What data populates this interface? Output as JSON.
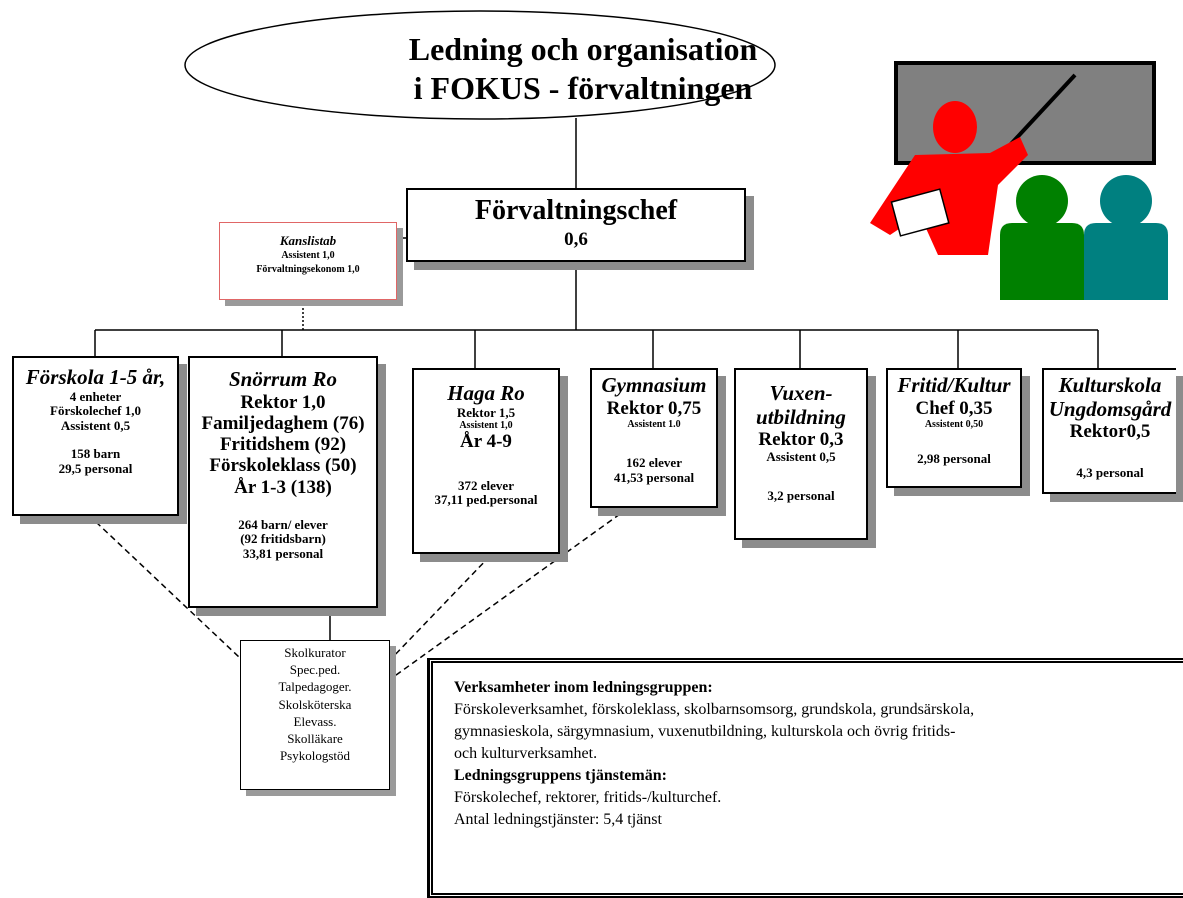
{
  "title": {
    "line1": "Ledning och organisation",
    "line2": "i  FOKUS - förvaltningen"
  },
  "chief": {
    "title": "Förvaltningschef",
    "value": "0,6"
  },
  "staff": {
    "title": "Kanslistab",
    "line1": "Assistent 1,0",
    "line2": "Förvaltningsekonom 1,0"
  },
  "units": [
    {
      "title": "Förskola 1-5 år,",
      "lines": [
        "4 enheter",
        "Förskolechef 1,0",
        "Assistent 0,5"
      ],
      "stats": [
        "158 barn",
        "29,5 personal"
      ]
    },
    {
      "title": "Snörrum Ro",
      "lines": [
        "Rektor 1,0",
        "Familjedaghem (76)",
        "Fritidshem (92)",
        "Förskoleklass (50)",
        "År 1-3 (138)"
      ],
      "stats": [
        "264 barn/ elever",
        "(92 fritidsbarn)",
        "33,81 personal"
      ]
    },
    {
      "title": "Haga Ro",
      "lines": [
        "Rektor 1,5",
        "Assistent 1,0",
        "År 4-9"
      ],
      "stats": [
        "372  elever",
        "37,11 ped.personal"
      ]
    },
    {
      "title": "Gymnasium",
      "lines": [
        "Rektor 0,75",
        "Assistent 1.0"
      ],
      "stats": [
        "162 elever",
        "41,53 personal"
      ]
    },
    {
      "title": "Vuxen-utbildning",
      "title_lines": [
        "Vuxen-",
        "utbildning"
      ],
      "lines": [
        "Rektor 0,3",
        "Assistent 0,5"
      ],
      "stats": [
        "3,2 personal"
      ]
    },
    {
      "title": "Fritid/Kultur",
      "lines": [
        "Chef  0,35",
        "Assistent 0,50"
      ],
      "stats": [
        "2,98 personal"
      ]
    },
    {
      "title": "Kulturskola Ungdomsgård",
      "title_lines": [
        "Kulturskola",
        "Ungdomsgård"
      ],
      "lines": [
        "Rektor0,5"
      ],
      "stats": [
        "4,3 personal"
      ]
    }
  ],
  "support": [
    "Skolkurator",
    "Spec.ped.",
    "Talpedagoger.",
    "Skolsköterska",
    "Elevass.",
    "Skolläkare",
    "Psykologstöd"
  ],
  "info": {
    "heading1": "Verksamheter inom ledningsgruppen:",
    "text1": [
      "Förskoleverksamhet, förskoleklass, skolbarnsomsorg, grundskola, grundsärskola,",
      "gymnasieskola, särgymnasium, vuxenutbildning, kulturskola och övrig fritids-",
      "och kulturverksamhet."
    ],
    "heading2": "Ledningsgruppens tjänstemän:",
    "text2": [
      "Förskolechef,  rektorer, fritids-/kulturchef.",
      "Antal ledningstjänster: 5,4 tjänst"
    ]
  },
  "colors": {
    "presenter": "#ff0000",
    "person_green": "#008000",
    "person_teal": "#008080",
    "board": "#808080",
    "staff_border": "#e06666"
  },
  "icons": [
    "presenter-icon",
    "board-icon",
    "person-icon"
  ]
}
